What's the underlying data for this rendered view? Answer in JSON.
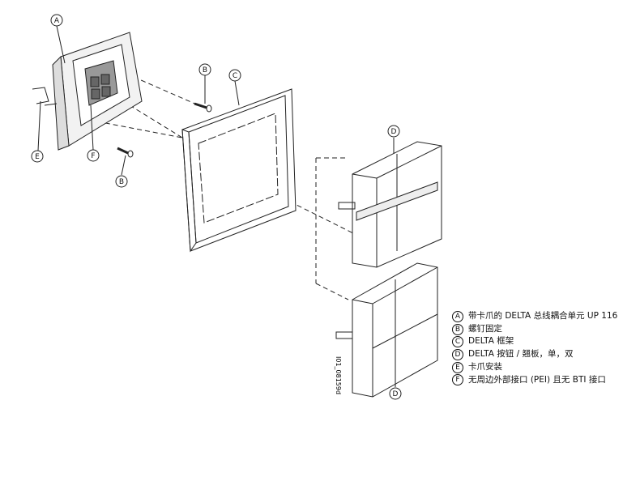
{
  "callouts": {
    "A": "A",
    "B": "B",
    "C": "C",
    "D": "D",
    "E": "E",
    "F": "F"
  },
  "legend": [
    {
      "key": "A",
      "text": "带卡爪的 DELTA 总线耦合单元 UP 116"
    },
    {
      "key": "B",
      "text": "螺钉固定"
    },
    {
      "key": "C",
      "text": "DELTA 框架"
    },
    {
      "key": "D",
      "text": "DELTA 按钮 / 翘板，单，双"
    },
    {
      "key": "E",
      "text": "卡爪安装"
    },
    {
      "key": "F",
      "text": "无周边外部接口 (PEI) 且无 BTI 接口"
    }
  ],
  "drawing_code": "I01_08159d"
}
